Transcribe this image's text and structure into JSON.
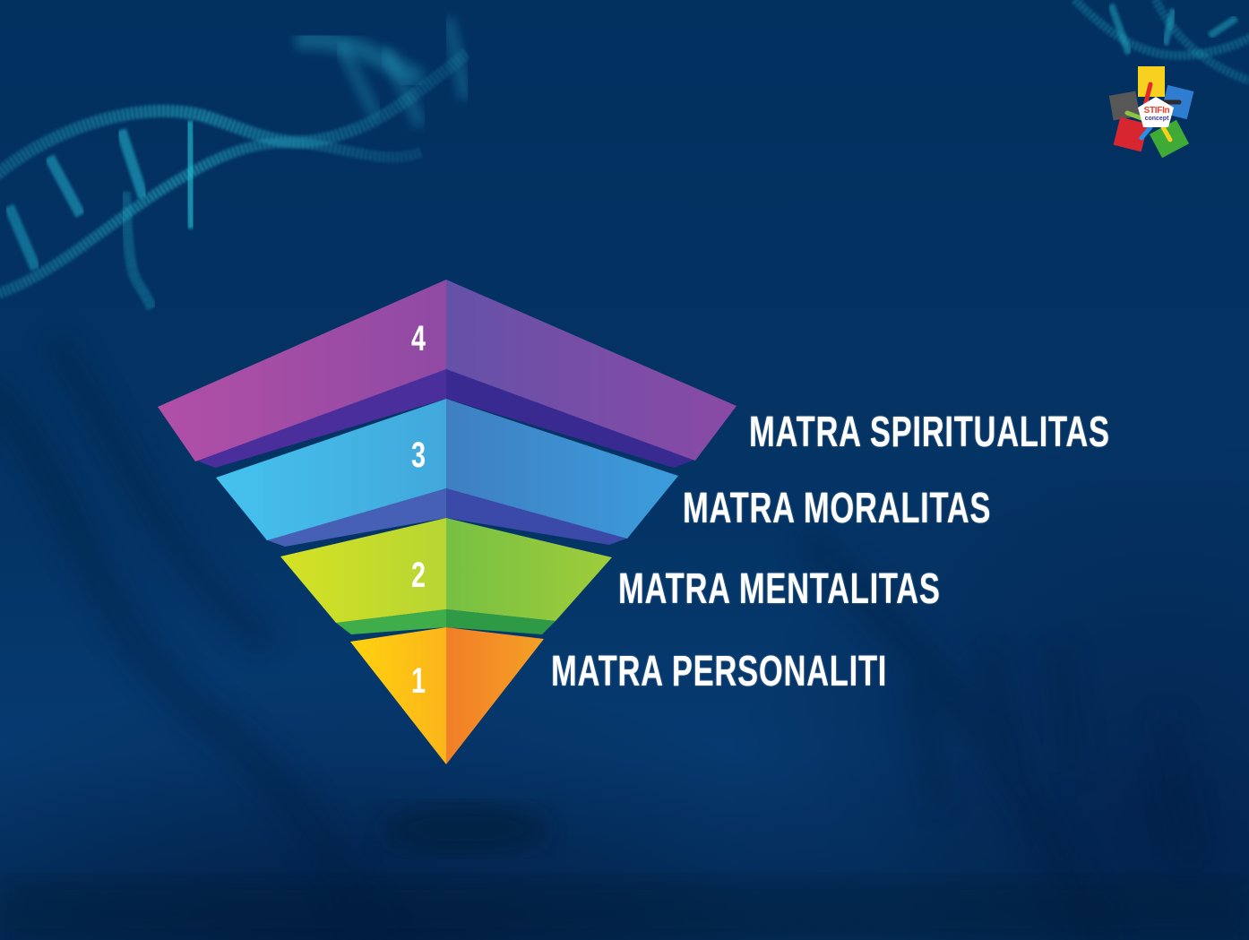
{
  "brand": {
    "logo_line1": "STIFIn",
    "logo_line2": "concept"
  },
  "pyramid": {
    "layers": [
      {
        "number": "4",
        "label": "MATRA SPIRITUALITAS",
        "color_left": "#a64fa6",
        "color_right": "#6d55a8",
        "band": "#3d2f98"
      },
      {
        "number": "3",
        "label": "MATRA MORALITAS",
        "color_left": "#46bde8",
        "color_right": "#3f82c4",
        "band": "#3d4ea8"
      },
      {
        "number": "2",
        "label": "MATRA MENTALITAS",
        "color_left": "#c6de2a",
        "color_right": "#7cc242",
        "band": "#2e9e48"
      },
      {
        "number": "1",
        "label": "MATRA PERSONALITI",
        "color_left": "#fcc417",
        "color_right": "#f2842a"
      }
    ]
  },
  "colors": {
    "background": "#043264",
    "dna": "#2fd3e6",
    "text": "#ffffff"
  }
}
